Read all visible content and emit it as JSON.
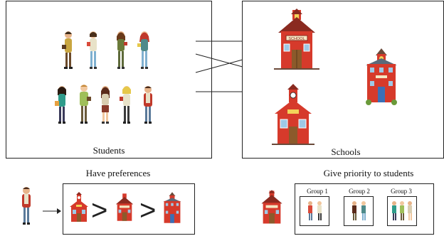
{
  "students_panel": {
    "label": "Students"
  },
  "schools_panel": {
    "label": "Schools"
  },
  "preferences": {
    "title": "Have preferences"
  },
  "priorities": {
    "title": "Give priority to students",
    "groups": [
      {
        "label": "Group 1"
      },
      {
        "label": "Group 2"
      },
      {
        "label": "Group 3"
      }
    ]
  },
  "school_sign_text": "SCHOOL",
  "colors": {
    "school_red": "#d63a2b",
    "roof_dark": "#8a2a20",
    "door_brown": "#8b5a2b",
    "window_blue": "#9ec9e6",
    "blue_school_door": "#3b6fb6"
  }
}
